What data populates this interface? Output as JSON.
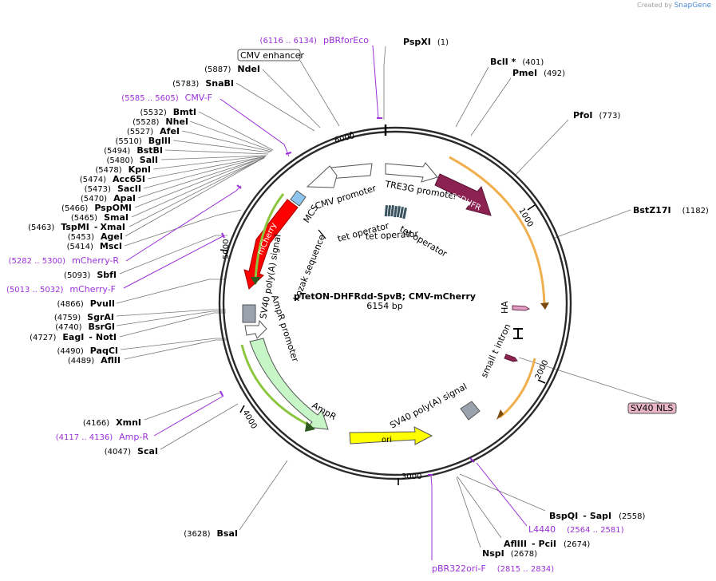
{
  "brand": {
    "prefix": "Created by",
    "name": "SnapGene"
  },
  "plasmid": {
    "name": "pTetON-DHFRdd-SpvB; CMV-mCherry",
    "length_label": "6154 bp",
    "length": 6154
  },
  "ticks": [
    "1000",
    "2000",
    "3000",
    "4000",
    "5000",
    "6000"
  ],
  "sites": {
    "PspXI": {
      "name": "PspXI",
      "pos": "(1)"
    },
    "BclI": {
      "name": "BclI *",
      "pos": "(401)"
    },
    "PmeI": {
      "name": "PmeI",
      "pos": "(492)"
    },
    "PfoI": {
      "name": "PfoI",
      "pos": "(773)"
    },
    "BstZ17I": {
      "name": "BstZ17I",
      "pos": "(1182)"
    },
    "BspQI": {
      "name": "BspQI",
      "sep": "-",
      "name2": "SapI",
      "pos": "(2558)"
    },
    "AflIII": {
      "name": "AflIII",
      "sep": "-",
      "name2": "PciI",
      "pos": "(2674)"
    },
    "NspI": {
      "name": "NspI",
      "pos": "(2678)"
    },
    "BsaI": {
      "name": "BsaI",
      "pos": "(3628)"
    },
    "ScaI": {
      "name": "ScaI",
      "pos": "(4047)"
    },
    "XmnI": {
      "name": "XmnI",
      "pos": "(4166)"
    },
    "AflII": {
      "name": "AflII",
      "pos": "(4489)"
    },
    "PaqCI": {
      "name": "PaqCI",
      "pos": "(4490)"
    },
    "EagI": {
      "name": "EagI",
      "sep": "-",
      "name2": "NotI",
      "pos": "(4727)"
    },
    "BsrGI": {
      "name": "BsrGI",
      "pos": "(4740)"
    },
    "SgrAI": {
      "name": "SgrAI",
      "pos": "(4759)"
    },
    "PvuII": {
      "name": "PvuII",
      "pos": "(4866)"
    },
    "SbfI": {
      "name": "SbfI",
      "pos": "(5093)"
    },
    "MscI": {
      "name": "MscI",
      "pos": "(5414)"
    },
    "AgeI": {
      "name": "AgeI",
      "pos": "(5453)"
    },
    "TspMI": {
      "name": "TspMI",
      "sep": "-",
      "name2": "XmaI",
      "pos": "(5463)"
    },
    "SmaI": {
      "name": "SmaI",
      "pos": "(5465)"
    },
    "PspOMI": {
      "name": "PspOMI",
      "pos": "(5466)"
    },
    "ApaI": {
      "name": "ApaI",
      "pos": "(5470)"
    },
    "SacII": {
      "name": "SacII",
      "pos": "(5473)"
    },
    "Acc65I": {
      "name": "Acc65I",
      "pos": "(5474)"
    },
    "KpnI": {
      "name": "KpnI",
      "pos": "(5478)"
    },
    "SalI": {
      "name": "SalI",
      "pos": "(5480)"
    },
    "BstBI": {
      "name": "BstBI",
      "pos": "(5494)"
    },
    "BglII": {
      "name": "BglII",
      "pos": "(5510)"
    },
    "AfeI": {
      "name": "AfeI",
      "pos": "(5527)"
    },
    "NheI": {
      "name": "NheI",
      "pos": "(5528)"
    },
    "BmtI": {
      "name": "BmtI",
      "pos": "(5532)"
    },
    "SnaBI": {
      "name": "SnaBI",
      "pos": "(5783)"
    },
    "NdeI": {
      "name": "NdeI",
      "pos": "(5887)"
    }
  },
  "primers": {
    "pBRforEco": {
      "name": "pBRforEco",
      "range": "(6116 .. 6134)"
    },
    "CMVF": {
      "name": "CMV-F",
      "range": "(5585 .. 5605)"
    },
    "mCherryR": {
      "name": "mCherry-R",
      "range": "(5282 .. 5300)"
    },
    "mCherryF": {
      "name": "mCherry-F",
      "range": "(5013 .. 5032)"
    },
    "AmpR": {
      "name": "Amp-R",
      "range": "(4117 .. 4136)"
    },
    "L4440": {
      "name": "L4440",
      "range": "(2564 .. 2581)"
    },
    "pBR322oriF": {
      "name": "pBR322ori-F",
      "range": "(2815 .. 2834)"
    }
  },
  "features": {
    "cmv_enhancer": "CMV enhancer",
    "sv40_nls": "SV40 NLS",
    "cmv_promoter": "CMV promoter",
    "tre3g_promoter": "TRE3G promoter",
    "ecdhfr": "ecDHFR",
    "tet_operator_1": "tet operator",
    "tet_operator_2": "tet operator",
    "tet_operator_3": "tet operator",
    "mcs": "MCS",
    "mcherry": "mCherry",
    "kozak": "Kozak sequence",
    "sv40_polya_left": "SV40 poly(A) signal",
    "ampr_promoter": "AmpR promoter",
    "ha": "HA",
    "small_t_intron": "small t intron",
    "ampr": "AmpR",
    "ori": "ori",
    "sv40_polya_right": "SV40 poly(A) signal"
  },
  "colors": {
    "backbone": "#2a2a2a",
    "primer": "#9b30d9",
    "mcherry": "#ff0000",
    "ecdhfr": "#8b2252",
    "ori": "#ffff00",
    "ampr": "#c6f5c6",
    "orf_outline_orange": "#f0b050",
    "orf_outline_green": "#8cc63f",
    "mcs": "#8ec5ee",
    "polya": "#9aa3ad",
    "nls": "#e8b4c8"
  }
}
